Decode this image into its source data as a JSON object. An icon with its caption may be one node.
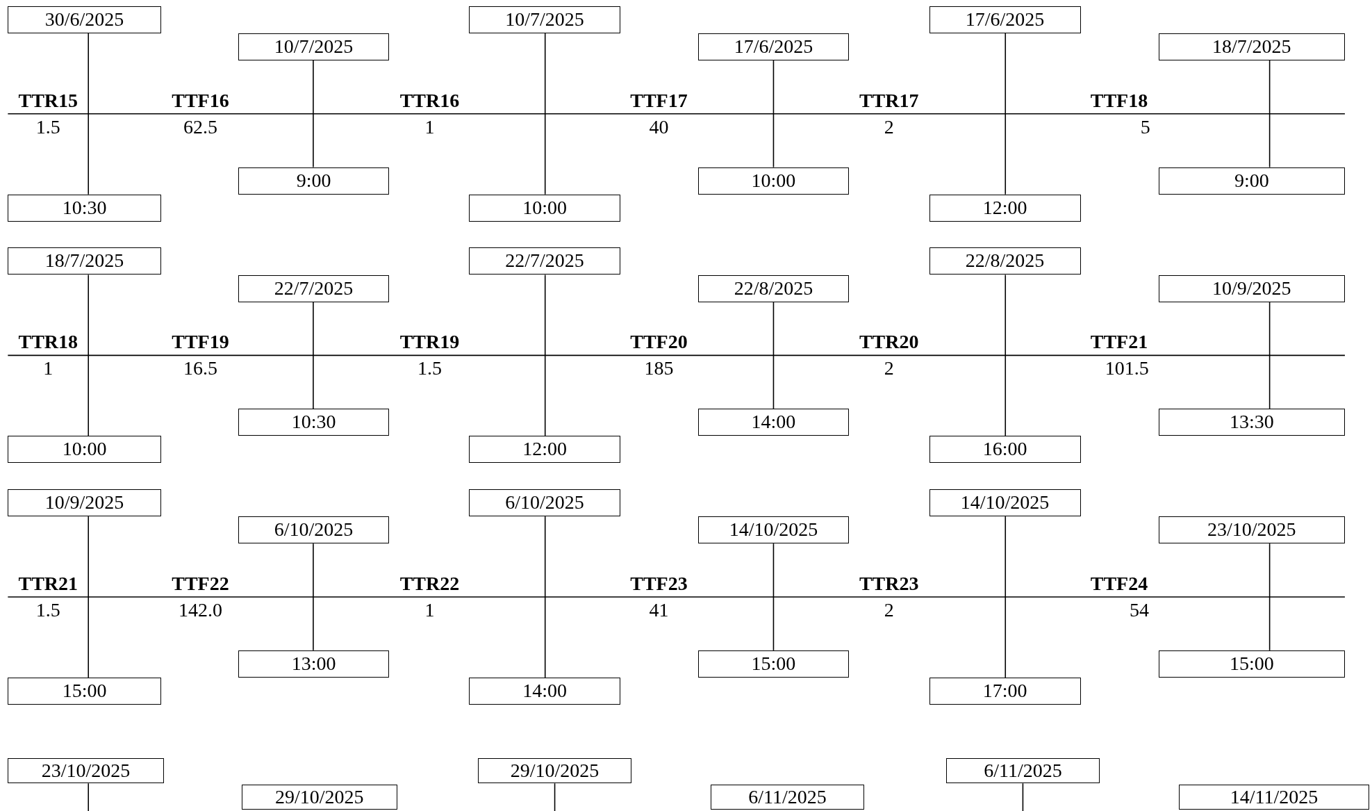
{
  "diagram": {
    "nodes": [
      {
        "text": [
          "30/6/2025"
        ]
      },
      {
        "text": [
          "10:30"
        ]
      },
      {
        "text": [
          "10/7/2025"
        ]
      },
      {
        "text": [
          "9:00"
        ]
      },
      {
        "text": [
          "10/7/2025"
        ]
      },
      {
        "text": [
          "10:00"
        ]
      },
      {
        "text": [
          "17/6/2025"
        ]
      },
      {
        "text": [
          "10:00"
        ]
      },
      {
        "text": [
          "17/6/2025"
        ]
      },
      {
        "text": [
          "12:00"
        ]
      },
      {
        "text": [
          "18/7/2025"
        ]
      },
      {
        "text": [
          "9:00"
        ]
      },
      {
        "text": [
          "18/7/2025"
        ]
      },
      {
        "text": [
          "10:00"
        ]
      },
      {
        "text": [
          "22/7/2025"
        ]
      },
      {
        "text": [
          "10:30"
        ]
      },
      {
        "text": [
          "22/7/2025"
        ]
      },
      {
        "text": [
          "12:00"
        ]
      },
      {
        "text": [
          "22/8/2025"
        ]
      },
      {
        "text": [
          "14:00"
        ]
      },
      {
        "text": [
          "22/8/2025"
        ]
      },
      {
        "text": [
          "16:00"
        ]
      },
      {
        "text": [
          "10/9/2025"
        ]
      },
      {
        "text": [
          "13:30"
        ]
      },
      {
        "text": [
          "10/9/2025"
        ]
      },
      {
        "text": [
          "15:00"
        ]
      },
      {
        "text": [
          "6/10/2025"
        ]
      },
      {
        "text": [
          "13:00"
        ]
      },
      {
        "text": [
          "6/10/2025"
        ]
      },
      {
        "text": [
          "14:00"
        ]
      },
      {
        "text": [
          "14/10/2025"
        ]
      },
      {
        "text": [
          "15:00"
        ]
      },
      {
        "text": [
          "14/10/2025"
        ]
      },
      {
        "text": [
          "17:00"
        ]
      },
      {
        "text": [
          "23/10/2025"
        ]
      },
      {
        "text": [
          "15:00"
        ]
      },
      {
        "text": [
          "23/10/2025"
        ]
      },
      {
        "text": [
          "29/10/2025"
        ]
      },
      {
        "text": [
          "29/10/2025"
        ]
      },
      {
        "text": [
          "6/11/2025"
        ]
      },
      {
        "text": [
          "6/11/2025"
        ]
      },
      {
        "text": [
          "14/11/2025"
        ]
      }
    ],
    "edges": [
      {
        "from": 0,
        "to": 1,
        "arrow": "none"
      },
      {
        "from": 2,
        "to": 3,
        "arrow": "none"
      },
      {
        "from": 4,
        "to": 5,
        "arrow": "none"
      },
      {
        "from": 6,
        "to": 7,
        "arrow": "none"
      },
      {
        "from": 8,
        "to": 9,
        "arrow": "none"
      },
      {
        "from": 10,
        "to": 11,
        "arrow": "none"
      },
      {
        "from": 12,
        "to": 13,
        "arrow": "none"
      },
      {
        "from": 14,
        "to": 15,
        "arrow": "none"
      },
      {
        "from": 16,
        "to": 17,
        "arrow": "none"
      },
      {
        "from": 18,
        "to": 19,
        "arrow": "none"
      },
      {
        "from": 20,
        "to": 21,
        "arrow": "none"
      },
      {
        "from": 22,
        "to": 23,
        "arrow": "none"
      },
      {
        "from": 24,
        "to": 25,
        "arrow": "none"
      },
      {
        "from": 26,
        "to": 27,
        "arrow": "none"
      },
      {
        "from": 28,
        "to": 29,
        "arrow": "none"
      },
      {
        "from": 30,
        "to": 31,
        "arrow": "none"
      },
      {
        "from": 32,
        "to": 33,
        "arrow": "none"
      },
      {
        "from": 34,
        "to": 35,
        "arrow": "none"
      },
      {
        "from": 36,
        "to": null,
        "arrow": "none"
      },
      {
        "from": 38,
        "to": null,
        "arrow": "none"
      },
      {
        "from": 40,
        "to": null,
        "arrow": "none"
      }
    ],
    "labels": [
      "TTR15",
      "TTF16",
      "TTR16",
      "TTF17",
      "TTR17",
      "TTF18",
      "1.5",
      "62.5",
      "1",
      "40",
      "2",
      "5",
      "TTR18",
      "TTF19",
      "TTR19",
      "TTF20",
      "TTR20",
      "TTF21",
      "1",
      "16.5",
      "1.5",
      "185",
      "2",
      "101.5",
      "TTR21",
      "TTF22",
      "TTR22",
      "TTF23",
      "TTR23",
      "TTF24",
      "1.5",
      "142.0",
      "1",
      "41",
      "2",
      "54"
    ]
  }
}
